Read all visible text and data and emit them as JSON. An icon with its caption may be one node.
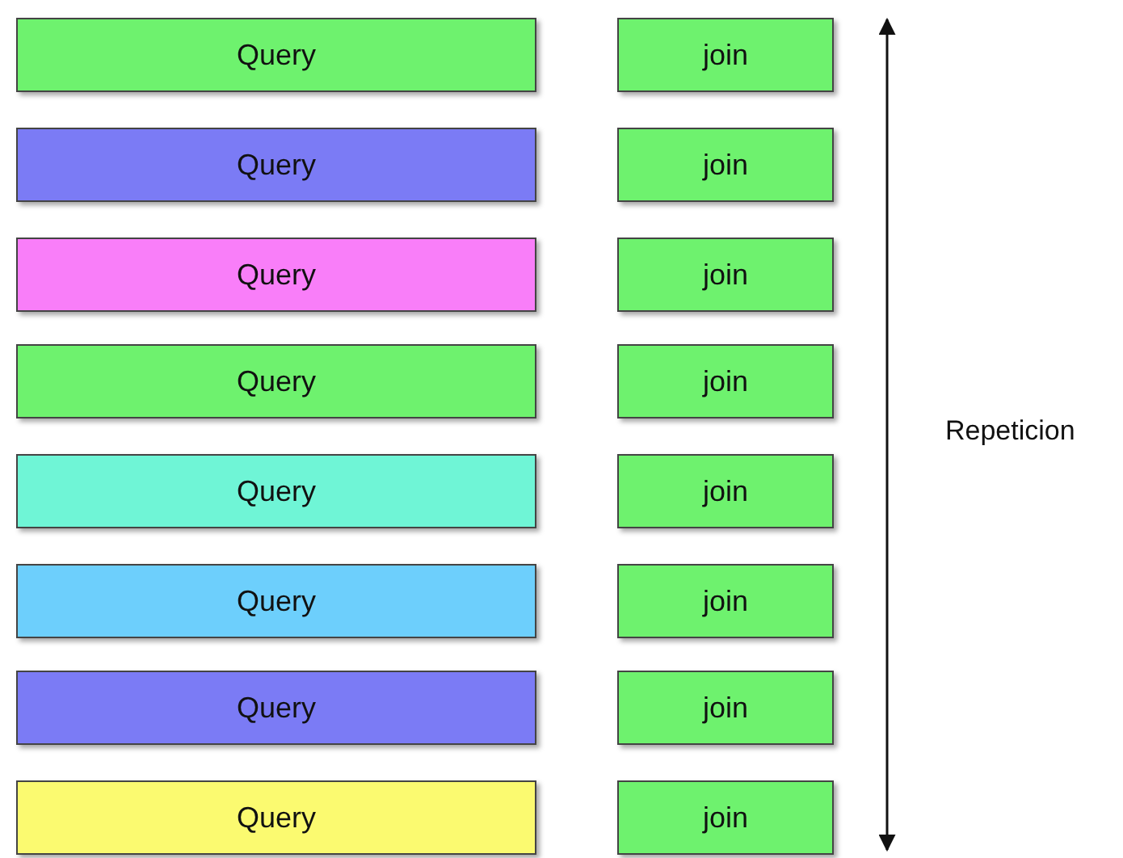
{
  "diagram": {
    "nodes": [
      {
        "text": [
          "Query"
        ]
      },
      {
        "text": [
          "join"
        ]
      },
      {
        "text": [
          "Query"
        ]
      },
      {
        "text": [
          "join"
        ]
      },
      {
        "text": [
          "Query"
        ]
      },
      {
        "text": [
          "join"
        ]
      },
      {
        "text": [
          "Query"
        ]
      },
      {
        "text": [
          "join"
        ]
      },
      {
        "text": [
          "Query"
        ]
      },
      {
        "text": [
          "join"
        ]
      },
      {
        "text": [
          "Query"
        ]
      },
      {
        "text": [
          "join"
        ]
      },
      {
        "text": [
          "Query"
        ]
      },
      {
        "text": [
          "join"
        ]
      },
      {
        "text": [
          "Query"
        ]
      },
      {
        "text": [
          "join"
        ]
      }
    ],
    "labels": [
      "Repeticion"
    ]
  }
}
